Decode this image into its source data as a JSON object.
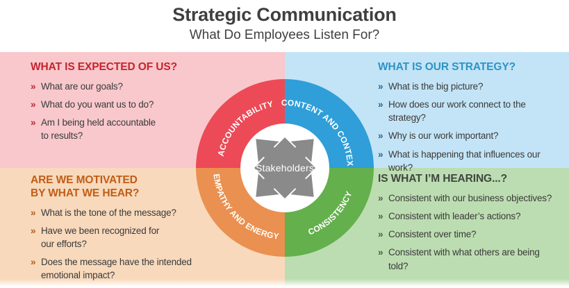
{
  "header": {
    "title": "Strategic Communication",
    "subtitle": "What Do Employees Listen For?"
  },
  "bullet_char": "»",
  "quadrants": [
    {
      "heading": "WHAT IS EXPECTED OF US?",
      "items": [
        "What are our goals?",
        "What do you want us to do?",
        "Am I being held accountable\nto results?"
      ]
    },
    {
      "heading": "WHAT IS OUR STRATEGY?",
      "items": [
        "What is the big picture?",
        "How does our work connect to the\nstrategy?",
        "Why is our work important?",
        "What is happening that influences our\nwork?"
      ]
    },
    {
      "heading": "ARE WE MOTIVATED\nBY WHAT WE HEAR?",
      "items": [
        "What is the tone of the message?",
        "Have we been recognized for\nour efforts?",
        "Does the message have the intended\nemotional impact?"
      ]
    },
    {
      "heading": "IS WHAT I’M HEARING...?",
      "items": [
        "Consistent with our business objectives?",
        "Consistent with leader’s actions?",
        "Consistent over time?",
        "Consistent with what others are being\ntold?"
      ]
    }
  ],
  "ring": {
    "labels": {
      "top_left": "ACCOUNTABILITY",
      "top_right": "CONTENT AND CONTEXT",
      "bottom_left": "EMPATHY AND ENERGY",
      "bottom_right": "CONSISTENCY"
    },
    "center_label": "Stakeholders"
  },
  "colors": {
    "ring_red": "#ec4a57",
    "ring_blue": "#2f9ed9",
    "ring_orange": "#ea9050",
    "ring_green": "#63b04c",
    "bg_pink": "#f8c8cc",
    "bg_blue": "#c3e4f6",
    "bg_peach": "#f8d9bc",
    "bg_green": "#bcddb1",
    "arrow_gray": "#8a8a8a",
    "heading_red": "#c5242c",
    "heading_blue": "#2d93c6",
    "heading_orange": "#c05d17",
    "heading_dark": "#40463f"
  }
}
